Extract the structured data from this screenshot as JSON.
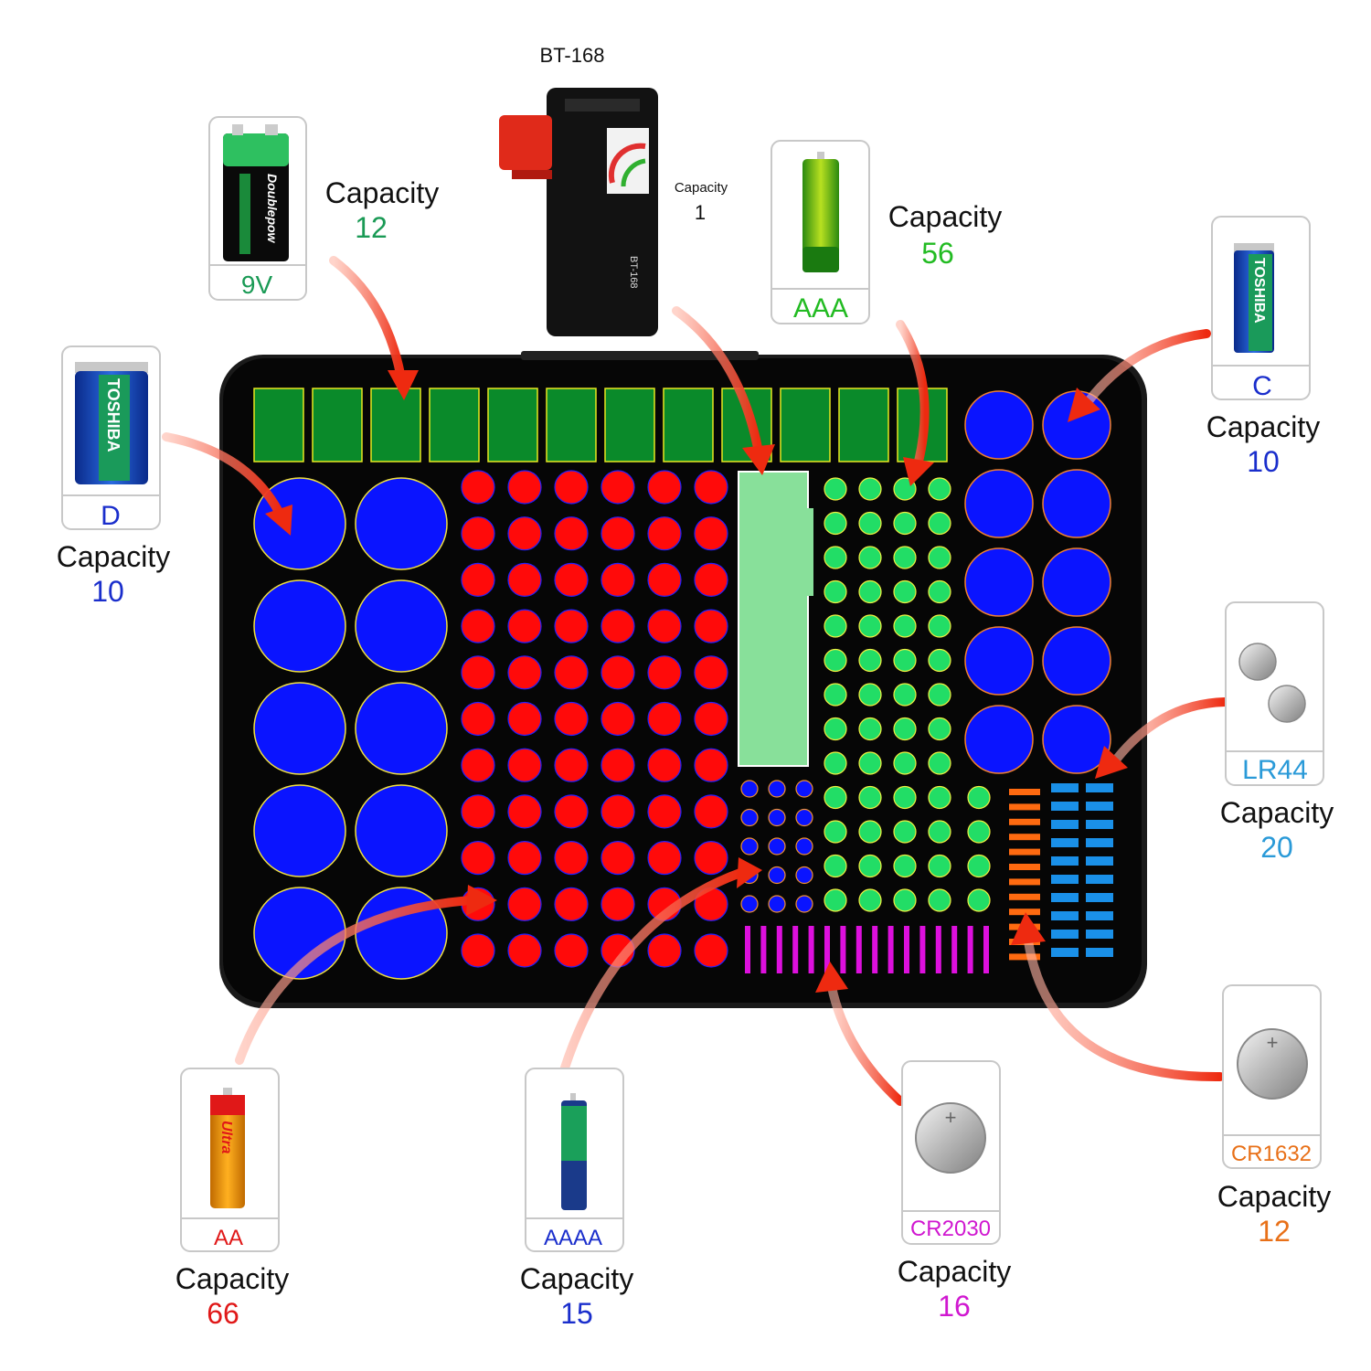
{
  "tester": {
    "title": "BT-168",
    "device_label": "BT-168",
    "capacity_label": "Capacity",
    "capacity_value": "1"
  },
  "callouts": {
    "nine_v": {
      "type_label": "9V",
      "capacity_label": "Capacity",
      "capacity_value": "12",
      "color": "#1a9a55",
      "battery_brand": "Doublepow"
    },
    "aaa": {
      "type_label": "AAA",
      "capacity_label": "Capacity",
      "capacity_value": "56",
      "color": "#22bb22"
    },
    "c": {
      "type_label": "C",
      "capacity_label": "Capacity",
      "capacity_value": "10",
      "color": "#1a2ecc",
      "battery_brand": "TOSHIBA"
    },
    "d": {
      "type_label": "D",
      "capacity_label": "Capacity",
      "capacity_value": "10",
      "color": "#1a2ecc",
      "battery_brand": "TOSHIBA"
    },
    "lr44": {
      "type_label": "LR44",
      "capacity_label": "Capacity",
      "capacity_value": "20",
      "color": "#2a9ad8"
    },
    "cr1632": {
      "type_label": "CR1632",
      "capacity_label": "Capacity",
      "capacity_value": "12",
      "color": "#e87018"
    },
    "cr2030": {
      "type_label": "CR2030",
      "capacity_label": "Capacity",
      "capacity_value": "16",
      "color": "#d018d0"
    },
    "aaaa": {
      "type_label": "AAAA",
      "capacity_label": "Capacity",
      "capacity_value": "15",
      "color": "#1a2ecc"
    },
    "aa": {
      "type_label": "AA",
      "capacity_label": "Capacity",
      "capacity_value": "66",
      "color": "#e01818",
      "battery_brand": "Ultra"
    }
  },
  "colors": {
    "case": "#060606",
    "slot_9v": "#0a8a2a",
    "slot_d_c": "#0a14ff",
    "slot_aa": "#ff0a0a",
    "slot_aaa": "#22dd66",
    "slot_tester": "#88e09a",
    "slot_cr2030": "#dd10dd",
    "slot_cr1632": "#ff6a10",
    "slot_lr44": "#1a90e8",
    "arrow": "#ee2a10"
  }
}
